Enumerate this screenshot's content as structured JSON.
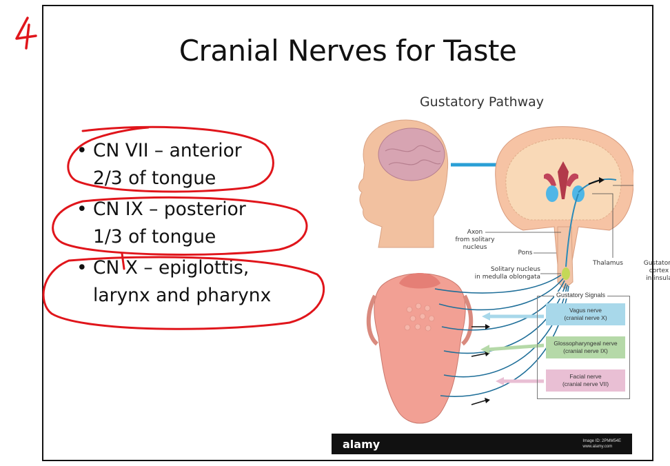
{
  "page_mark": "4",
  "slide": {
    "title": "Cranial Nerves for Taste",
    "bullets": [
      {
        "line1": "CN VII – anterior",
        "line2": "2/3 of tongue"
      },
      {
        "line1": "CN IX – posterior",
        "line2": "1/3 of tongue"
      },
      {
        "line1": "CN X – epiglottis,",
        "line2": "larynx and pharynx"
      }
    ],
    "bullet_char": "•"
  },
  "figure": {
    "title": "Gustatory Pathway",
    "labels": {
      "axon_line1": "Axon",
      "axon_line2": "from solitary",
      "axon_line3": "nucleus",
      "pons": "Pons",
      "solitary_line1": "Solitary nucleus",
      "solitary_line2": "in medulla oblongata",
      "thalamus": "Thalamus",
      "cortex_line1": "Gustatory",
      "cortex_line2": "cortex",
      "cortex_line3": "in insula"
    },
    "signals": {
      "title": "Gustatory Signals",
      "items": [
        {
          "name": "Vagus nerve",
          "sub": "(cranial nerve X)",
          "color": "#a8d8ea"
        },
        {
          "name": "Glossopharyngeal nerve",
          "sub": "(cranial nerve IX)",
          "color": "#b5d9a8"
        },
        {
          "name": "Facial nerve",
          "sub": "(cranial nerve VII)",
          "color": "#e9bfd4"
        }
      ]
    },
    "watermark": {
      "logo": "alamy",
      "image_id": "Image ID: 2PMM54E",
      "site": "www.alamy.com"
    }
  },
  "colors": {
    "annotation_red": "#e0151b",
    "nerve_blue": "#2a8ab8",
    "tongue_pink": "#f2a094",
    "brain_pink": "#f6c3a4"
  }
}
